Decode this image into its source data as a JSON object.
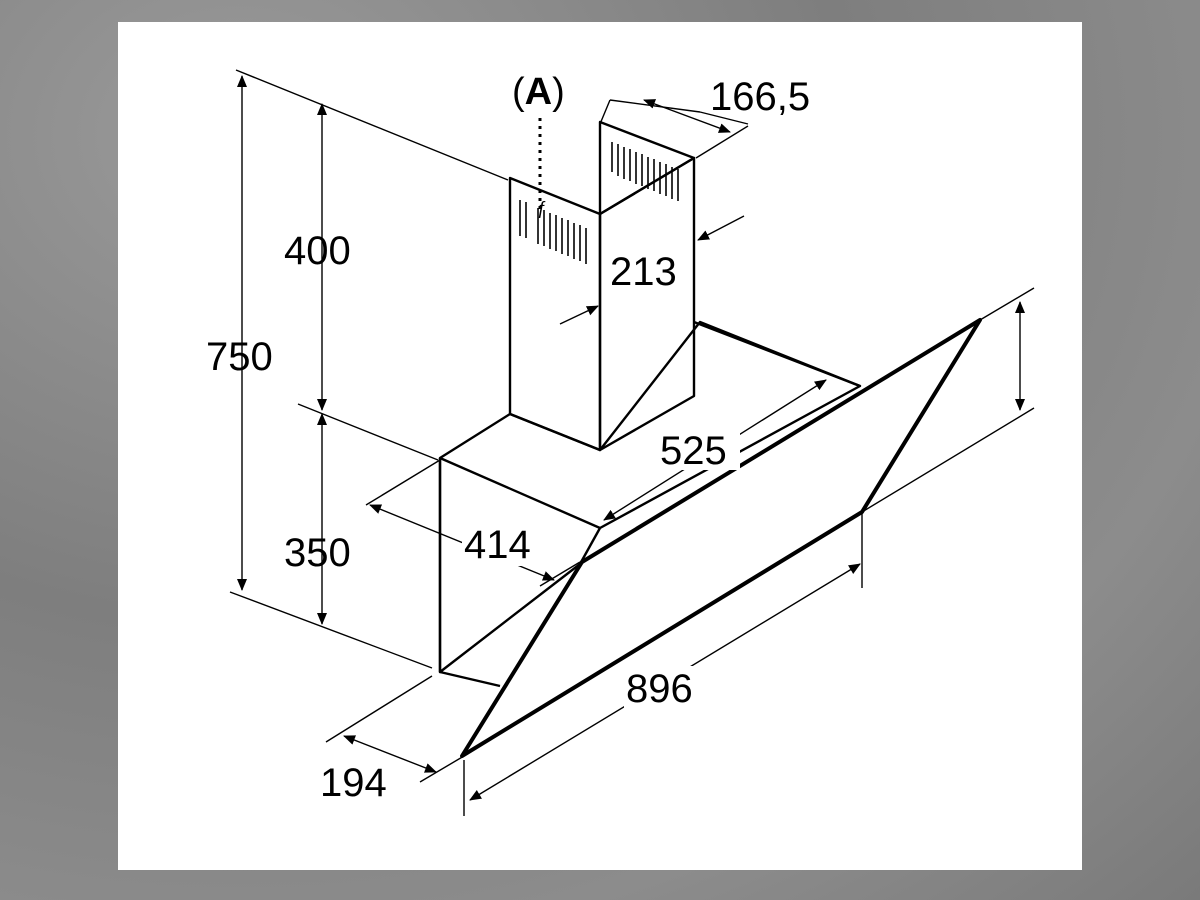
{
  "diagram": {
    "part_label": {
      "open": "(",
      "letter": "A",
      "close": ")"
    },
    "dimensions": {
      "total_height": "750",
      "chimney_height": "400",
      "body_height": "350",
      "chimney_width": "166,5",
      "chimney_depth": "213",
      "body_width": "525",
      "body_depth": "414",
      "glass_width": "896",
      "glass_depth": "194"
    }
  }
}
